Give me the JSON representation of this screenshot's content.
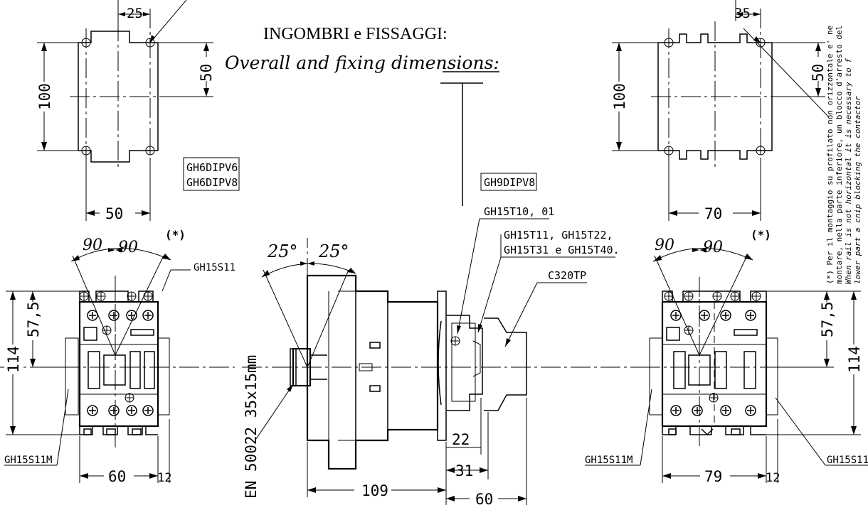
{
  "title": {
    "line1": "INGOMBRI e FISSAGGI:",
    "line2": "Overall and fixing dimensions:"
  },
  "labels": {
    "gh6_a": "GH6DIPV6",
    "gh6_b": "GH6DIPV8",
    "gh9": "GH9DIPV8",
    "gh15t10": "GH15T10, 01",
    "gh15t11_a": "GH15T11, GH15T22,",
    "gh15t11_b": "GH15T31 e GH15T40.",
    "c320tp": "C320TP",
    "gh15s11_left": "GH15S11",
    "gh15s11m_left": "GH15S11M",
    "gh15s11m_right": "GH15S11M",
    "gh15s11_right": "GH15S11",
    "rail": "EN 50022 35x15mm"
  },
  "dimensions": {
    "d25": "25",
    "d50_h": "50",
    "d100_left": "100",
    "d50_v_left": "50",
    "d35": "35",
    "d70": "70",
    "d100_right": "100",
    "d50_v_right": "50",
    "a90_1": "90",
    "a90_2": "90",
    "a90_3": "90",
    "a90_4": "90",
    "star_left": "(*)",
    "star_right": "(*)",
    "a25_l": "25°",
    "a25_r": "25°",
    "d57_left": "57,5",
    "d114_left": "114",
    "d60_left": "60",
    "d12_left": "12",
    "d57_right": "57,5",
    "d114_right": "114",
    "d79": "79",
    "d12_right": "12",
    "d109": "109",
    "d60_bottom": "60",
    "d31": "31",
    "d22": "22"
  },
  "note": {
    "line1": "(*) Per il montaggio su profilato non orizzontale e' ne",
    "line2": "montare, nella parte inferiore, un blocco d'arresto del",
    "line3": "When rail is not horizontal it is necessary to f",
    "line4": "lower part a cnip blocking the contactor"
  }
}
